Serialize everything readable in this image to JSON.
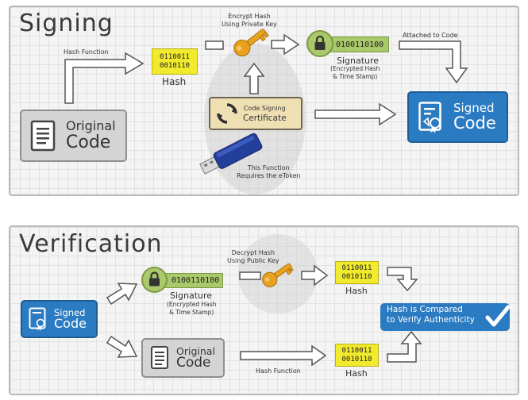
{
  "signing": {
    "title": "Signing",
    "hash_function_label": "Hash Function",
    "original_code": {
      "line1": "Original",
      "line2": "Code"
    },
    "hash": {
      "line1": "0110011",
      "line2": "0010110",
      "label": "Hash"
    },
    "encrypt_caption": {
      "line1": "Encrypt Hash",
      "line2": "Using Private Key"
    },
    "signature": {
      "bits": "0100110100",
      "label": "Signature",
      "sub1": "(Encrypted Hash",
      "sub2": "& Time Stamp)"
    },
    "attached_label": "Attached to Code",
    "certificate": {
      "line1": "Code Signing",
      "line2": "Certificate"
    },
    "signed_code": {
      "line1": "Signed",
      "line2": "Code"
    },
    "etoken_caption": {
      "line1": "This Function",
      "line2": "Requires the eToken"
    }
  },
  "verification": {
    "title": "Verification",
    "signed_code": {
      "line1": "Signed",
      "line2": "Code"
    },
    "signature": {
      "bits": "0100110100",
      "label": "Signature",
      "sub1": "(Encrypted Hash",
      "sub2": "& Time Stamp)"
    },
    "decrypt_caption": {
      "line1": "Decrypt Hash",
      "line2": "Using Public Key"
    },
    "hash_top": {
      "line1": "0110011",
      "line2": "0010110",
      "label": "Hash"
    },
    "original_code": {
      "line1": "Original",
      "line2": "Code"
    },
    "hash_function_label": "Hash Function",
    "hash_bottom": {
      "line1": "0110011",
      "line2": "0010110",
      "label": "Hash"
    },
    "compare": {
      "line1": "Hash is Compared",
      "line2": "to Verify Authenticity"
    }
  },
  "colors": {
    "hash_yellow": "#f2ea2c",
    "signature_green": "#a9c96a",
    "signed_blue": "#2b7bc2",
    "key_orange": "#e9a21e",
    "certificate_tan": "#efe0b4"
  },
  "icons": [
    "document-icon",
    "key-icon",
    "lock-icon",
    "certificate-icon",
    "usb-token-icon",
    "checkmark-icon",
    "arrow-icon"
  ]
}
